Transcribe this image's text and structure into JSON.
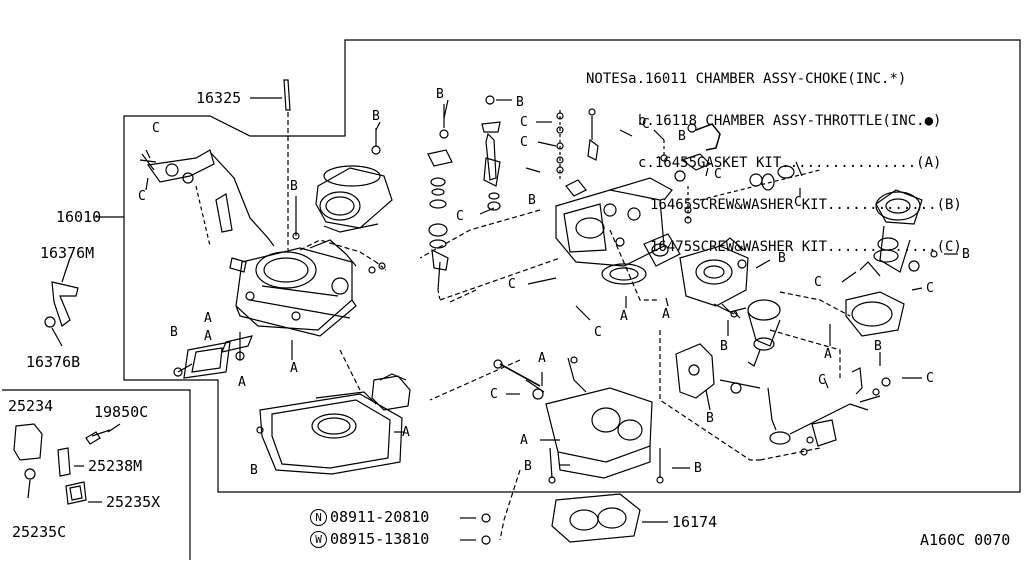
{
  "notes": {
    "title": "NOTES",
    "lines": [
      "a.16011 CHAMBER ASSY-CHOKE(INC.*)",
      "b.16118 CHAMBER ASSY-THROTTLE(INC.●)",
      "c.16455GASKET KIT................(A)",
      "16465SCREW&WASHER KIT.............(B)",
      "16475SCREW&WASHER KIT.............(C)"
    ]
  },
  "parts": {
    "p16325": "16325",
    "p16010": "16010",
    "p16376M": "16376M",
    "p16376B": "16376B",
    "p25234": "25234",
    "p19850C": "19850C",
    "p25238M": "25238M",
    "p25235X": "25235X",
    "p25235C": "25235C",
    "p16174": "16174"
  },
  "fasteners": [
    {
      "symbol": "N",
      "number": "08911-20810"
    },
    {
      "symbol": "W",
      "number": "08915-13810"
    }
  ],
  "kit_letters": {
    "a": "A",
    "b": "B",
    "c": "C"
  },
  "diagram_code": "A160C 0070"
}
